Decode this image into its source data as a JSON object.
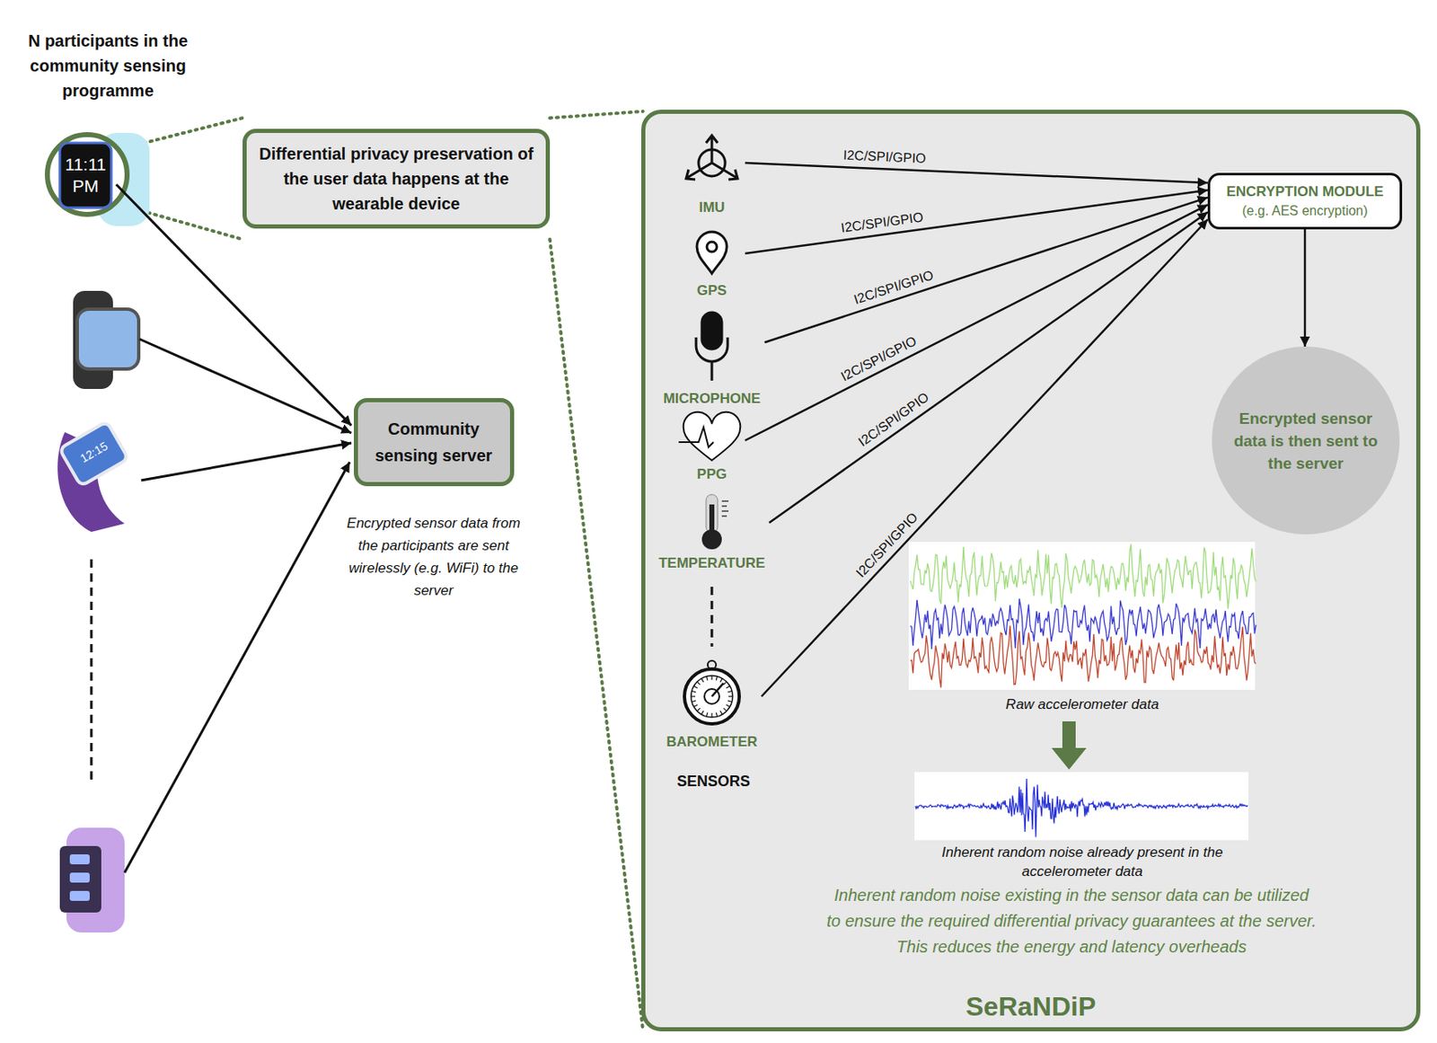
{
  "diagram": {
    "nodes": [
      {
        "text": [
          "Differential privacy preservation of the user data happens at the wearable device"
        ]
      },
      {
        "text": [
          "Community sensing server"
        ]
      },
      {
        "text": [
          "SeRaNDiP"
        ]
      },
      {
        "text": [
          "IMU"
        ],
        "in": 2
      },
      {
        "text": [
          "GPS"
        ],
        "in": 2
      },
      {
        "text": [
          "MICROPHONE"
        ],
        "in": 2
      },
      {
        "text": [
          "PPG"
        ],
        "in": 2
      },
      {
        "text": [
          "TEMPERATURE"
        ],
        "in": 2
      },
      {
        "text": [
          "BAROMETER"
        ],
        "in": 2
      },
      {
        "text": [
          "ENCRYPTION MODULE",
          "(e.g. AES encryption)"
        ],
        "in": 2
      },
      {
        "text": [
          "Encrypted sensor data is then sent to the server"
        ],
        "in": 2
      }
    ],
    "edges": [
      {
        "from": 3,
        "to": 9,
        "label": "I2C/SPI/GPIO",
        "arrow": "to"
      },
      {
        "from": 4,
        "to": 9,
        "label": "I2C/SPI/GPIO",
        "arrow": "to"
      },
      {
        "from": 5,
        "to": 9,
        "label": "I2C/SPI/GPIO",
        "arrow": "to"
      },
      {
        "from": 6,
        "to": 9,
        "label": "I2C/SPI/GPIO",
        "arrow": "to"
      },
      {
        "from": 7,
        "to": 9,
        "label": "I2C/SPI/GPIO",
        "arrow": "to"
      },
      {
        "from": 8,
        "to": 9,
        "label": "I2C/SPI/GPIO",
        "arrow": "to"
      },
      {
        "from": 9,
        "to": 10,
        "arrow": "to"
      }
    ],
    "labels": [
      "N participants in the community sensing programme",
      "11:11 PM",
      "12:15",
      "Encrypted sensor data from the participants are sent wirelessly (e.g. WiFi) to the server",
      "SENSORS",
      "Raw accelerometer data",
      "Inherent random noise already present in the accelerometer data",
      "Inherent random noise existing in the sensor data can be utilized to ensure the required differential privacy guarantees at the server. This reduces the energy and latency overheads"
    ]
  }
}
